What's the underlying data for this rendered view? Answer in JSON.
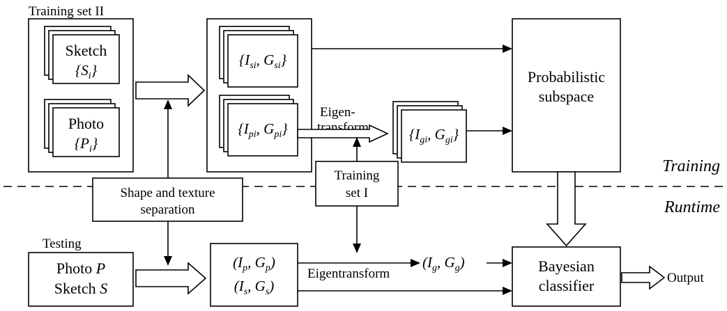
{
  "labels": {
    "training_set_2": "Training set II",
    "sketch_word": "Sketch",
    "sketch_set": "{S_i}",
    "photo_word": "Photo",
    "photo_set": "{P_i}",
    "is_gs": "{I_si, G_si}",
    "ip_gp": "{I_pi, G_pi}",
    "eigen_line1": "Eigen-",
    "eigen_line2": "transform",
    "ig_gg_set": "{I_gi, G_gi}",
    "prob_line1": "Probabilistic",
    "prob_line2": "subspace",
    "training_phase": "Training",
    "runtime_phase": "Runtime",
    "shape_line1": "Shape and texture",
    "shape_line2": "separation",
    "train_set1_line1": "Training",
    "train_set1_line2": "set I",
    "testing": "Testing",
    "photo_p": "Photo P",
    "sketch_s": "Sketch S",
    "ip_gp_test": "(I_p, G_p)",
    "is_gs_test": "(I_s, G_s)",
    "eigentransform": "Eigentransform",
    "ig_gg_test": "(I_g, G_g)",
    "bayes_line1": "Bayesian",
    "bayes_line2": "classifier",
    "output": "Output"
  }
}
